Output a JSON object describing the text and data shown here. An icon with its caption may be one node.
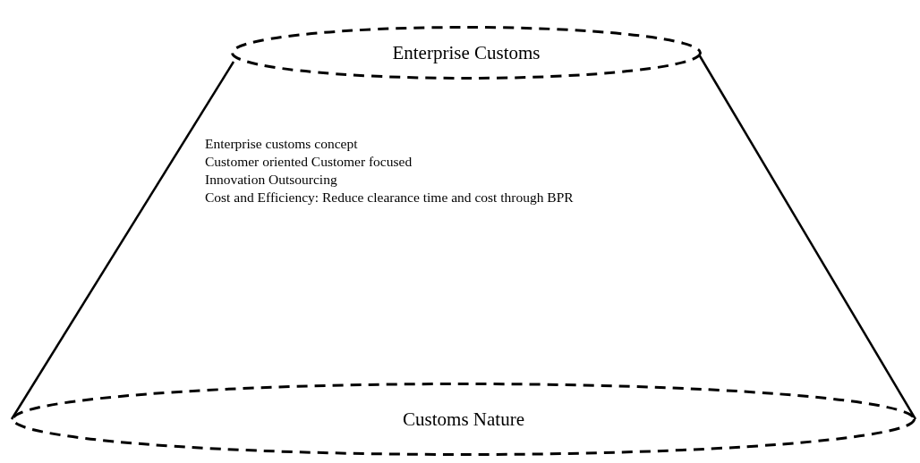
{
  "diagram": {
    "nodes": [
      {
        "text": [
          "Enterprise Customs"
        ]
      },
      {
        "text": [
          "Customs Nature"
        ]
      }
    ],
    "edges": [
      {
        "from": 0,
        "to": 1,
        "arrow": "none"
      },
      {
        "from": 0,
        "to": 1,
        "arrow": "none"
      }
    ],
    "labels": [
      "Enterprise customs concept",
      "Customer oriented Customer focused",
      "Innovation Outsourcing",
      "Cost and Efficiency: Reduce clearance time and cost through BPR"
    ]
  }
}
